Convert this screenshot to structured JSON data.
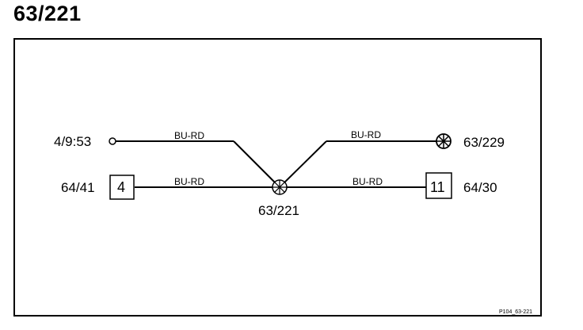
{
  "page": {
    "title": "63/221"
  },
  "diagram": {
    "left_top": {
      "connector": "4/9:53",
      "wire": "BU-RD"
    },
    "right_top": {
      "connector": "63/229",
      "wire": "BU-RD"
    },
    "left_bottom": {
      "connector": "64/41",
      "pin": "4",
      "wire": "BU-RD"
    },
    "right_bottom": {
      "connector": "64/30",
      "pin": "11",
      "wire": "BU-RD"
    },
    "splice": {
      "label": "63/221"
    },
    "reference": "P104_63-221",
    "colors": {
      "line": "#000000",
      "background": "#ffffff"
    }
  }
}
